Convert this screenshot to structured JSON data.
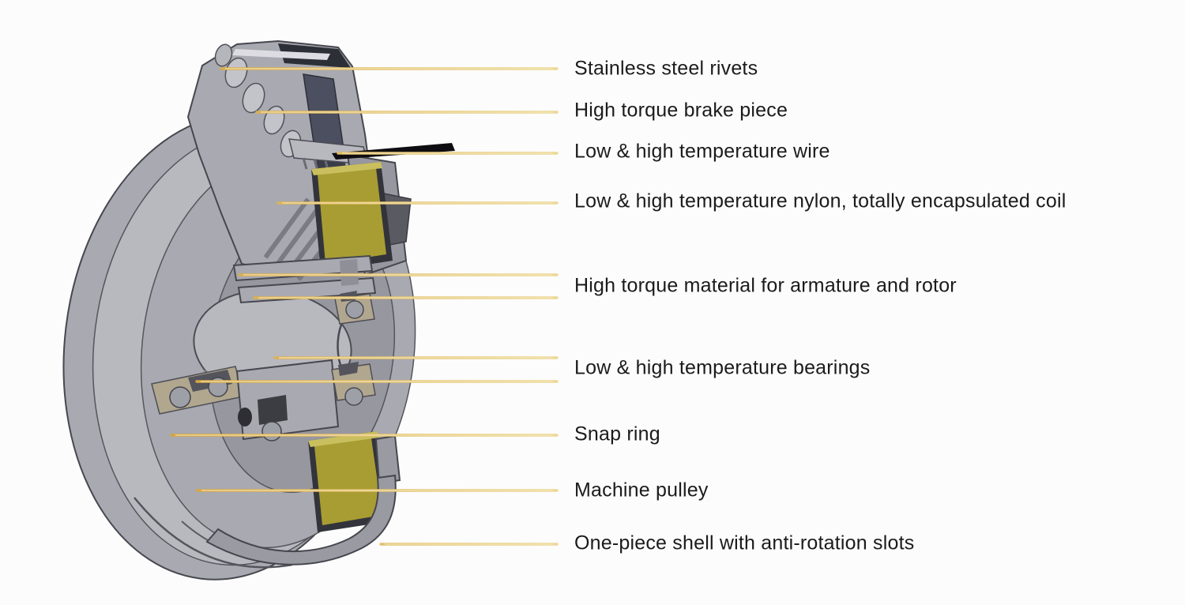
{
  "diagram": {
    "kind": "annotated-cutaway-illustration",
    "labels": [
      {
        "text": "Stainless steel rivets"
      },
      {
        "text": "High torque brake piece"
      },
      {
        "text": "Low & high temperature wire"
      },
      {
        "text": "Low & high temperature nylon, totally encapsulated coil"
      },
      {
        "text": "High torque material for armature and rotor"
      },
      {
        "text": "Low & high temperature bearings"
      },
      {
        "text": "Snap ring"
      },
      {
        "text": "Machine pulley"
      },
      {
        "text": "One-piece shell with anti-rotation slots"
      }
    ],
    "colors": {
      "background": "#fcfcfc",
      "text-color": "#1b1b1b",
      "leader-gold": "#d7a339",
      "leader-gold-pale": "#ecd896",
      "body-gray": "#a9a9b1",
      "body-gray-dark": "#97979f",
      "body-gray-light": "#b8b8bf",
      "coil-olive": "#a89d33",
      "coil-olive-light": "#c9bf5e",
      "coil-border": "#33343b",
      "brake-slate": "#4b4f60",
      "dark-cap": "#2c2f36",
      "wire-black": "#0e0e12",
      "bearing-tan": "#b1a78f",
      "ball-gray": "#9ea0a8",
      "dark-bit": "#54545c"
    }
  }
}
